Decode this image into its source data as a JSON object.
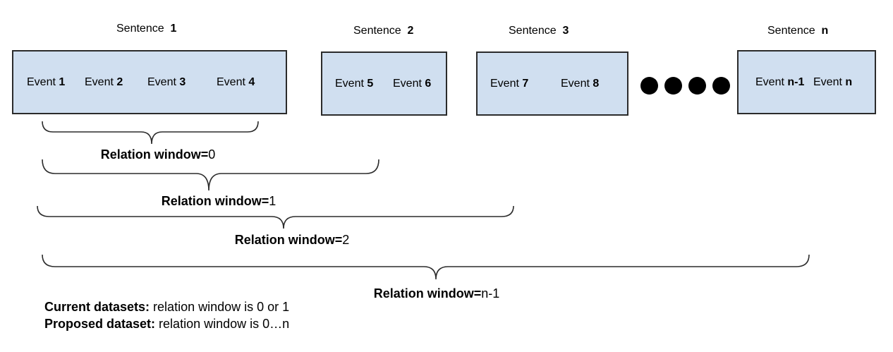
{
  "sentences": [
    {
      "label": "Sentence",
      "num": "1",
      "events": [
        {
          "label": "Event",
          "num": "1"
        },
        {
          "label": "Event",
          "num": "2"
        },
        {
          "label": "Event",
          "num": "3"
        },
        {
          "label": "Event",
          "num": "4"
        }
      ]
    },
    {
      "label": "Sentence",
      "num": "2",
      "events": [
        {
          "label": "Event",
          "num": "5"
        },
        {
          "label": "Event",
          "num": "6"
        }
      ]
    },
    {
      "label": "Sentence",
      "num": "3",
      "events": [
        {
          "label": "Event",
          "num": "7"
        },
        {
          "label": "Event",
          "num": "8"
        }
      ]
    },
    {
      "label": "Sentence",
      "num": "n",
      "events": [
        {
          "label": "Event",
          "num": "n-1"
        },
        {
          "label": "Event",
          "num": "n"
        }
      ]
    }
  ],
  "windows": [
    {
      "label": "Relation window=",
      "value": "0"
    },
    {
      "label": "Relation window=",
      "value": "1"
    },
    {
      "label": "Relation window=",
      "value": "2"
    },
    {
      "label": "Relation window=",
      "value": "n-1"
    }
  ],
  "notes": [
    {
      "label": "Current datasets:",
      "text": " relation window is 0 or 1"
    },
    {
      "label": "Proposed dataset:",
      "text": " relation window is 0…n"
    }
  ],
  "colors": {
    "box_fill": "#d0dff0",
    "box_border": "#2b2b2b",
    "brace": "#2b2b2b"
  }
}
